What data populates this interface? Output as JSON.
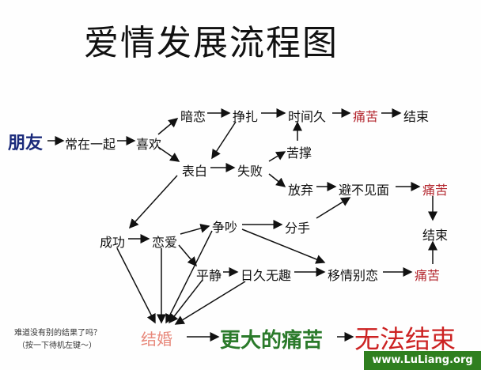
{
  "title": "爱情发展流程图",
  "nodes": {
    "pengyou": "朋友",
    "changzaiyiqi": "常在一起",
    "xihuan": "喜欢",
    "anlian": "暗恋",
    "zhengzha": "挣扎",
    "shijianjiu": "时间久",
    "tongku1": "痛苦",
    "jieshu1": "结束",
    "kucheng": "苦撑",
    "biaobai": "表白",
    "shibai": "失败",
    "fangqi": "放弃",
    "bubujianmian": "避不见面",
    "tongku2": "痛苦",
    "jieshu2": "结束",
    "chenggong": "成功",
    "lianai": "恋爱",
    "zhengchao": "争吵",
    "fenshou": "分手",
    "pingjing": "平静",
    "rijiuwuqu": "日久无趣",
    "yiqingbielian": "移情别恋",
    "tongku3": "痛苦",
    "jiehun": "结婚",
    "gengdadetongku": "更大的痛苦",
    "wufajieshu": "无法结束"
  },
  "note": {
    "line1": "难道没有别的结果了吗？",
    "line2": "（按一下待机左键～）"
  },
  "watermark": "www.LuLiang.org",
  "colors": {
    "accent_red": "#b3262e",
    "friend_blue": "#1a2a7a",
    "pain_green": "#2a7a2a",
    "marriage_pink": "#e8897c",
    "watermark_green": "#2f7f1f"
  }
}
